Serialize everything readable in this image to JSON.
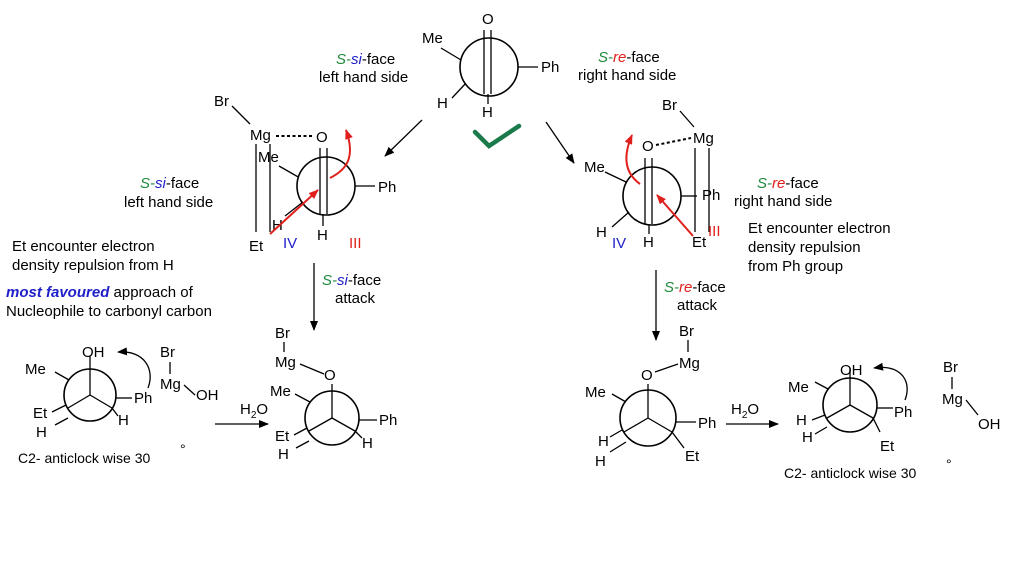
{
  "colors": {
    "green": "#1f8a3c",
    "red": "#e0201c",
    "blue": "#2020c8",
    "check": "#1a7a4a"
  },
  "top": {
    "me": "Me",
    "o": "O",
    "ph": "Ph",
    "h1": "H",
    "h2": "H",
    "si_left": {
      "s": "S-",
      "si": "si",
      "face": "-face",
      "sub": "left hand side"
    },
    "re_right": {
      "s": "S-",
      "re": "re",
      "face": "-face",
      "sub": "right hand side"
    }
  },
  "left_ts": {
    "br": "Br",
    "mg": "Mg",
    "o": "O",
    "me": "Me",
    "ph": "Ph",
    "et": "Et",
    "h1": "H",
    "h2": "H",
    "iv": "IV",
    "iii": "III",
    "label": {
      "s": "S-",
      "si": "si",
      "face": "-face",
      "sub": "left hand side"
    },
    "note1": "Et encounter electron",
    "note2": "density repulsion from H",
    "favoured_bold": "most favoured",
    "favoured_rest": " approach of",
    "favoured_line2": "Nucleophile to carbonyl carbon",
    "attack": {
      "s": "S-",
      "si": "si",
      "face": "-face",
      "sub": "attack"
    }
  },
  "right_ts": {
    "br": "Br",
    "mg": "Mg",
    "o": "O",
    "me": "Me",
    "ph": "Ph",
    "et": "Et",
    "h1": "H",
    "h2": "H",
    "iv": "IV",
    "iii": "III",
    "label": {
      "s": "S-",
      "re": "re",
      "face": "-face",
      "sub": "right hand side"
    },
    "note1": "Et encounter electron",
    "note2": "density repulsion",
    "note3": "from Ph group",
    "attack": {
      "s": "S-",
      "re": "re",
      "face": "-face",
      "sub": "attack"
    }
  },
  "left_products": {
    "mid": {
      "br": "Br",
      "mg": "Mg",
      "o": "O",
      "me": "Me",
      "ph": "Ph",
      "et": "Et",
      "h1": "H",
      "h2": "H"
    },
    "reagent": {
      "h": "H",
      "sub": "2",
      "o": "O"
    },
    "final": {
      "oh": "OH",
      "me": "Me",
      "ph": "Ph",
      "et": "Et",
      "h1": "H",
      "h2": "H"
    },
    "byproduct": {
      "br": "Br",
      "mg": "Mg",
      "oh": "OH"
    },
    "rotation": "C2- anticlock wise 30",
    "degree": "°"
  },
  "right_products": {
    "mid": {
      "br": "Br",
      "mg": "Mg",
      "o": "O",
      "me": "Me",
      "ph": "Ph",
      "et": "Et",
      "h1": "H",
      "h2": "H"
    },
    "reagent": {
      "h": "H",
      "sub": "2",
      "o": "O"
    },
    "final": {
      "oh": "OH",
      "me": "Me",
      "ph": "Ph",
      "et": "Et",
      "h1": "H",
      "h2": "H"
    },
    "byproduct": {
      "br": "Br",
      "mg": "Mg",
      "oh": "OH"
    },
    "rotation": "C2- anticlock wise 30",
    "degree": "°"
  }
}
